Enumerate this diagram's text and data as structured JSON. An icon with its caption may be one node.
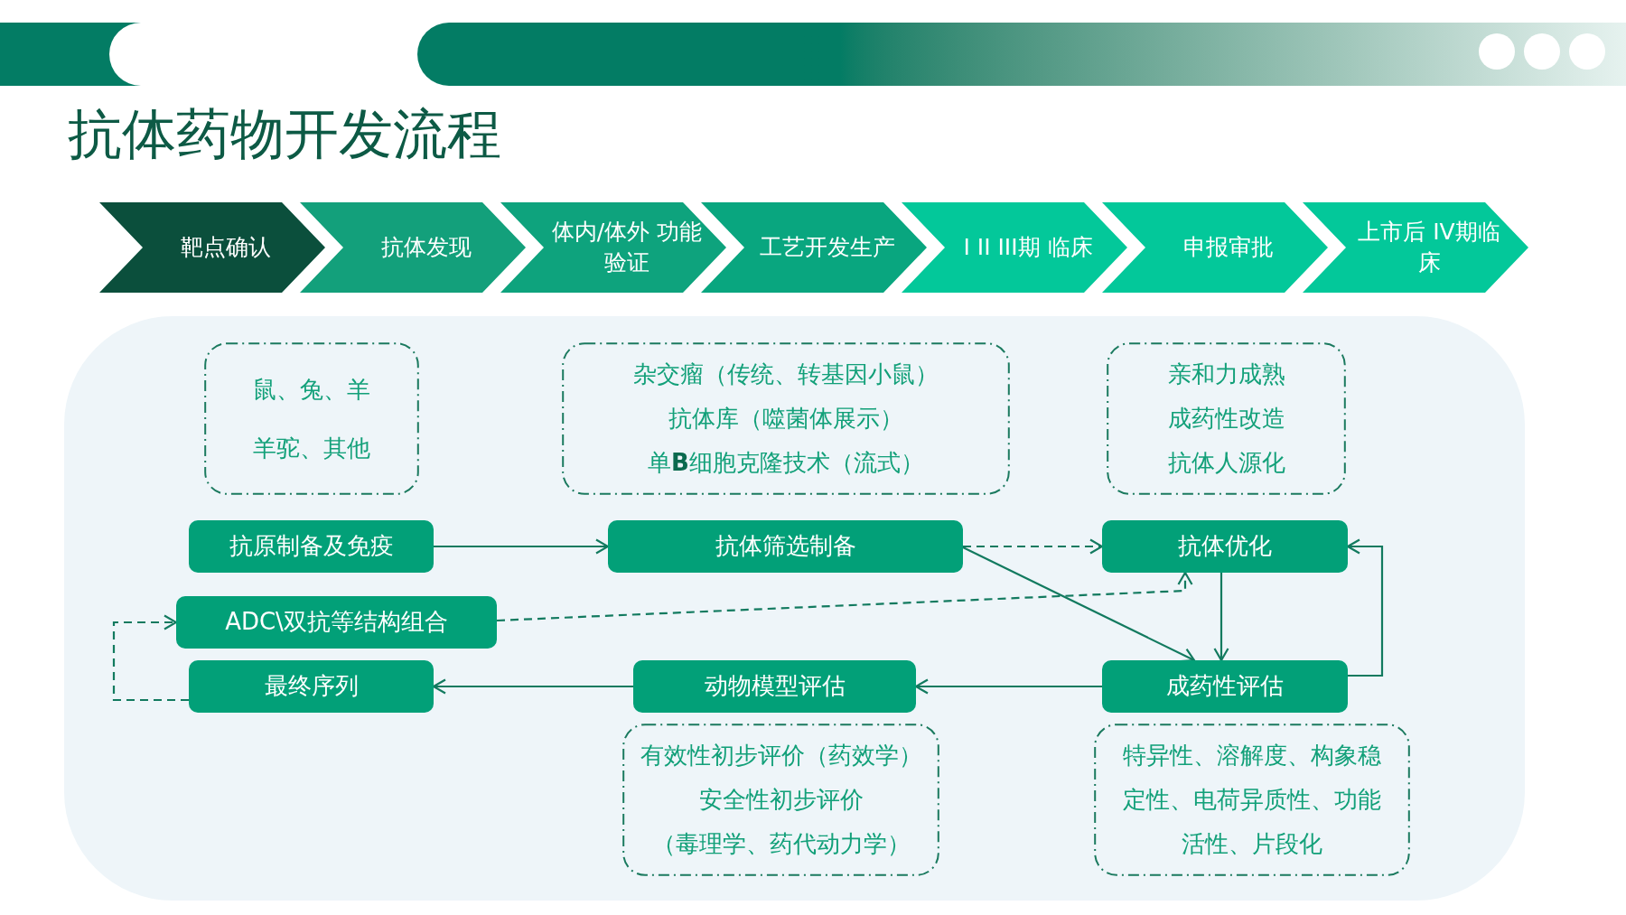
{
  "diagram": {
    "title": "抗体药物开发流程",
    "nodes": [
      {
        "text": [
          "靶点确认"
        ]
      },
      {
        "text": [
          "抗体发现"
        ]
      },
      {
        "text": [
          "体内/体外 功能验证"
        ]
      },
      {
        "text": [
          "工艺开发生产"
        ]
      },
      {
        "text": [
          "I II III期 临床"
        ]
      },
      {
        "text": [
          "申报审批"
        ]
      },
      {
        "text": [
          "上市后 IV期临床"
        ]
      },
      {
        "text": [
          "鼠、兔、羊",
          "羊驼、其他"
        ]
      },
      {
        "text": [
          "杂交瘤（传统、转基因小鼠）",
          "抗体库（噬菌体展示）",
          "单**B**细胞克隆技术（流式）"
        ]
      },
      {
        "text": [
          "亲和力成熟",
          "成药性改造",
          "抗体人源化"
        ]
      },
      {
        "text": [
          "抗原制备及免疫"
        ]
      },
      {
        "text": [
          "抗体筛选制备"
        ]
      },
      {
        "text": [
          "抗体优化"
        ]
      },
      {
        "text": [
          "ADC\\双抗等结构组合"
        ]
      },
      {
        "text": [
          "最终序列"
        ]
      },
      {
        "text": [
          "动物模型评估"
        ]
      },
      {
        "text": [
          "成药性评估"
        ]
      },
      {
        "text": [
          "有效性初步评价（药效学）",
          "安全性初步评价",
          "（毒理学、药代动力学）"
        ]
      },
      {
        "text": [
          "特异性、溶解度、构象稳定性、电荷异质性、功能活性、片段化"
        ]
      }
    ],
    "edges": [
      {
        "from": 10,
        "to": 11,
        "arrow": "to"
      },
      {
        "from": 11,
        "to": 12,
        "arrow": "to",
        "style": "dashed"
      },
      {
        "from": 11,
        "to": 16,
        "arrow": "to"
      },
      {
        "from": 12,
        "to": 16,
        "arrow": "to"
      },
      {
        "from": 13,
        "to": 12,
        "arrow": "to",
        "style": "dashed"
      },
      {
        "from": 16,
        "to": 12,
        "arrow": "to"
      },
      {
        "from": 16,
        "to": 15,
        "arrow": "to"
      },
      {
        "from": 15,
        "to": 14,
        "arrow": "to"
      },
      {
        "from": 14,
        "to": 13,
        "arrow": "to",
        "style": "dashed"
      }
    ]
  }
}
